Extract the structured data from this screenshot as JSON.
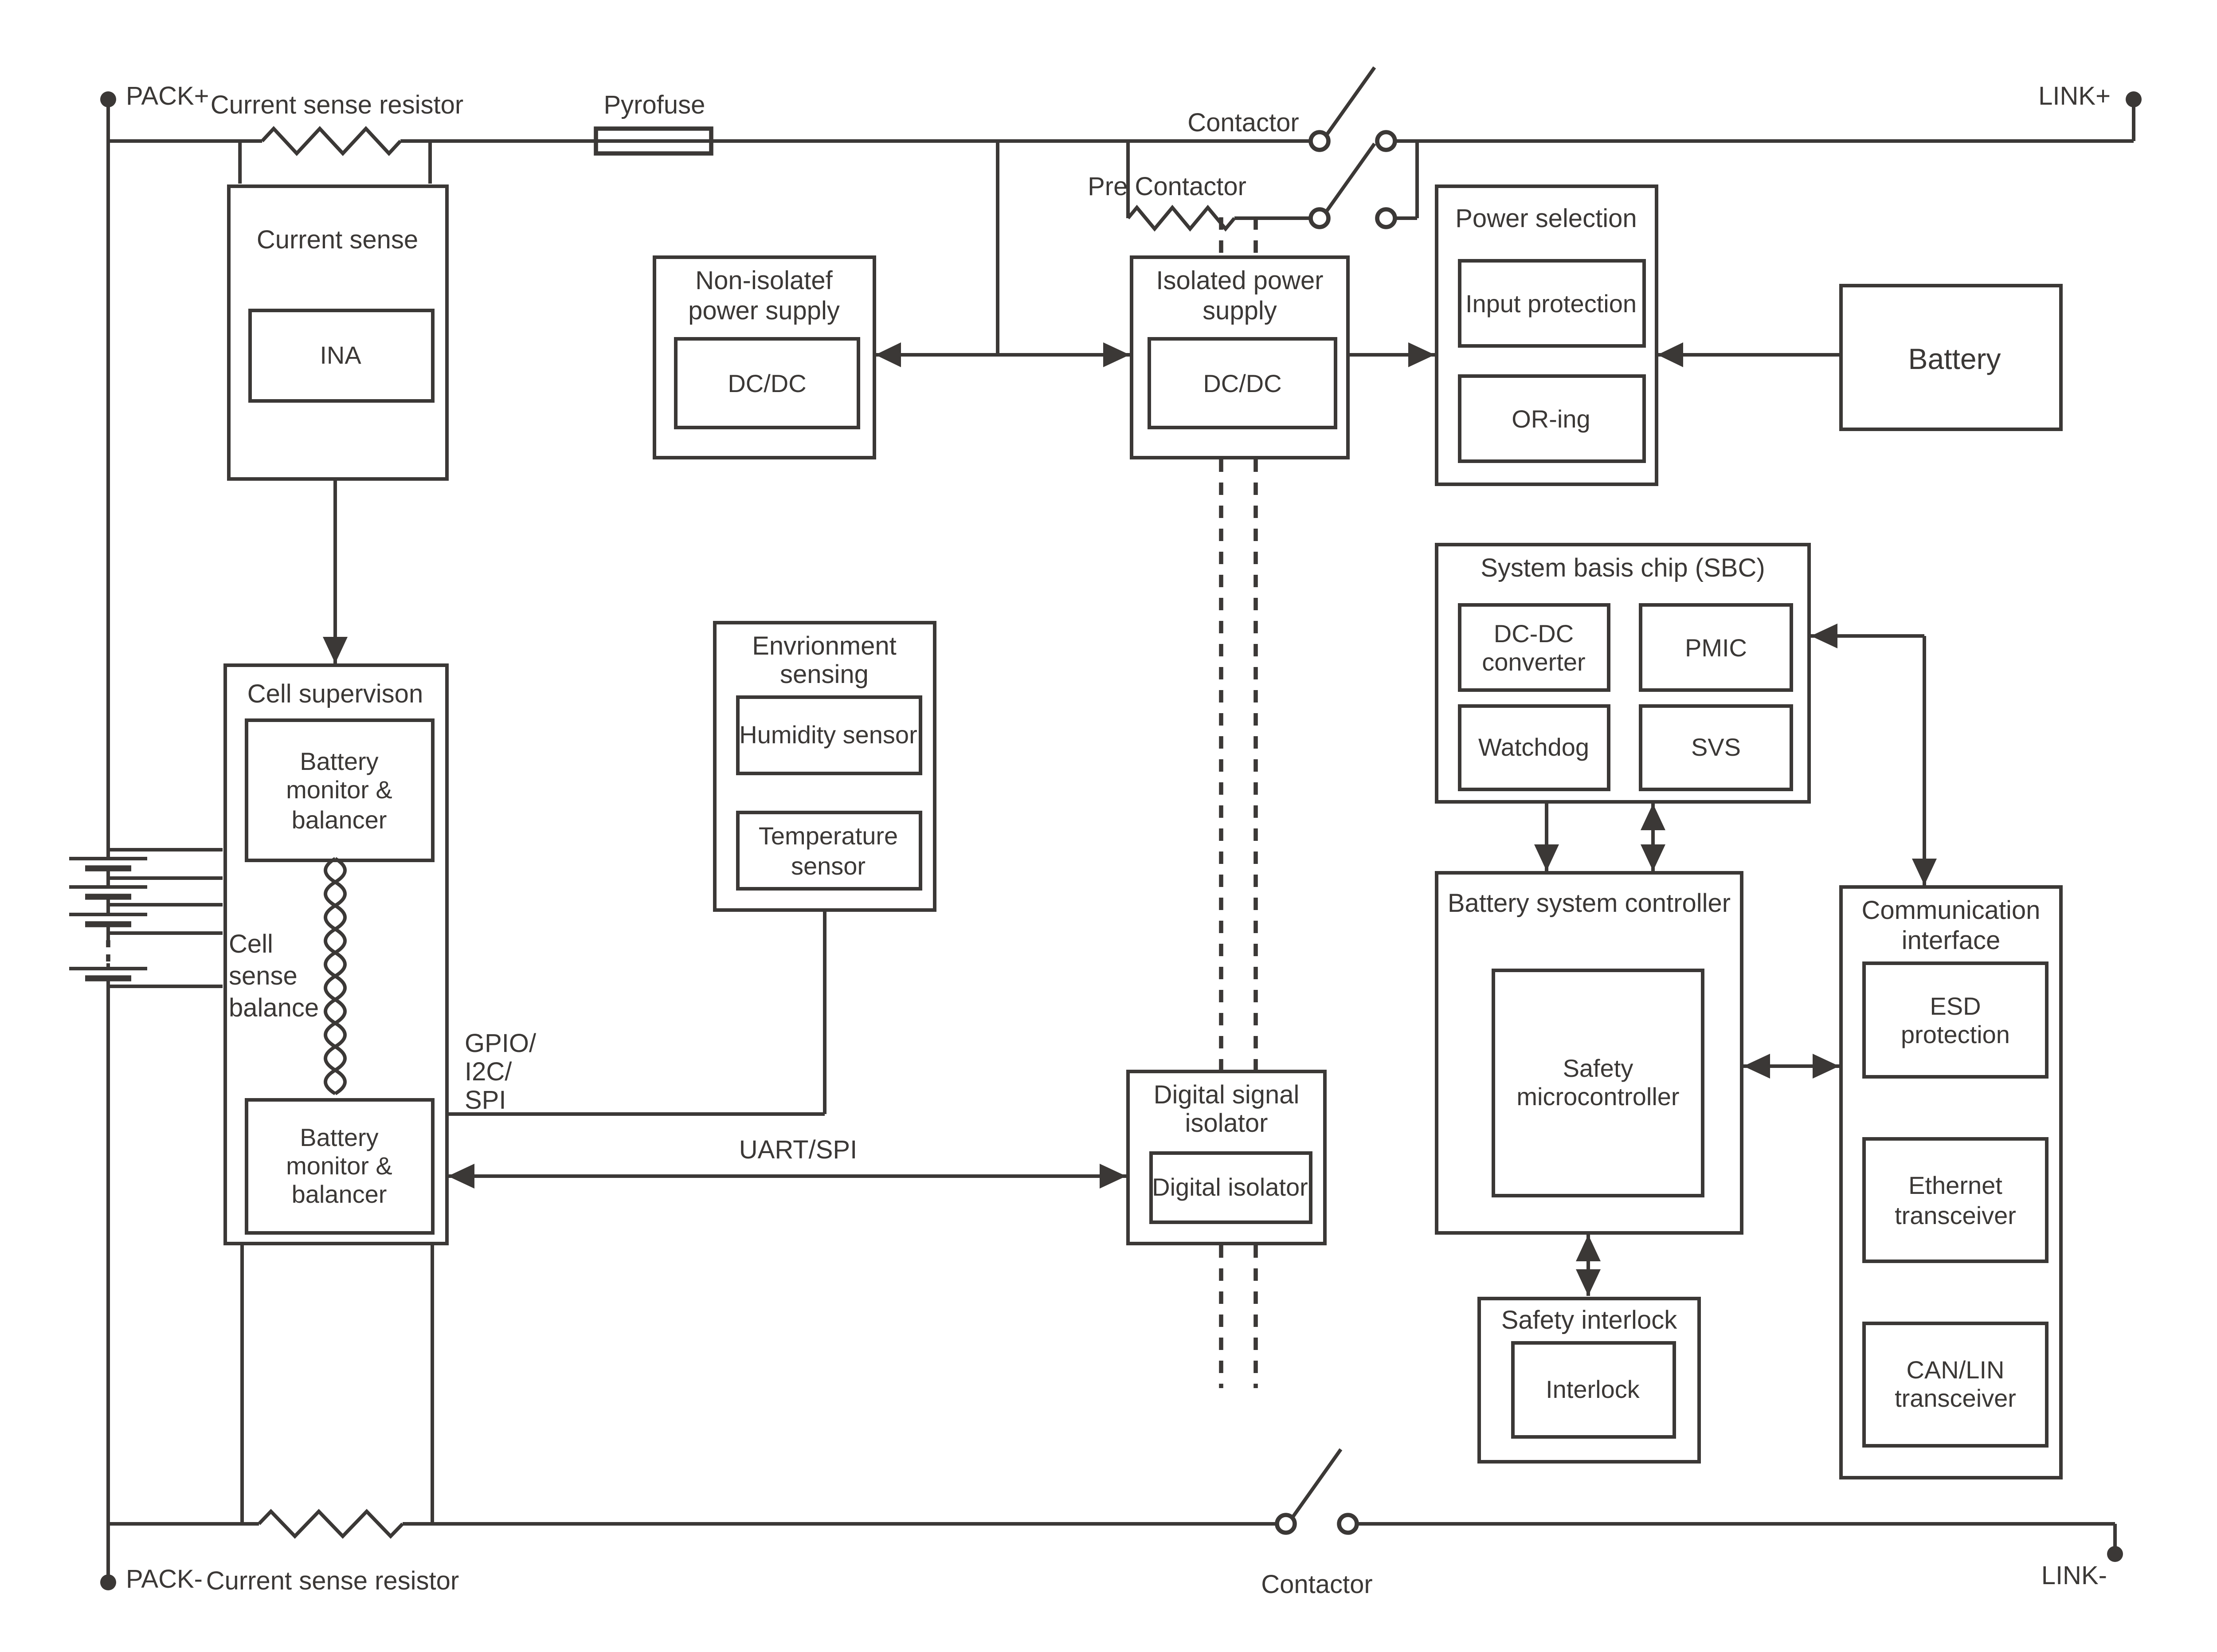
{
  "colors": {
    "ink": "#3b3836",
    "background": "#ffffff"
  },
  "terminals": {
    "pack_plus": "PACK+",
    "link_plus": "LINK+",
    "pack_minus": "PACK-",
    "link_minus": "LINK-"
  },
  "wire_labels": {
    "current_sense_resistor_top": "Current sense resistor",
    "pyrofuse": "Pyrofuse",
    "contactor_top": "Contactor",
    "pre_contactor": "Pre Contactor",
    "gpio_i2c_spi": "GPIO/\nI2C/\nSPI",
    "uart_spi": "UART/SPI",
    "cell_sense_balance": "Cell\nsense\nbalance",
    "current_sense_resistor_bottom": "Current sense resistor",
    "contactor_bottom": "Contactor"
  },
  "blocks": {
    "current_sense": {
      "title": "Current sense",
      "chip": "INA"
    },
    "non_isolated_ps": {
      "title": "Non-isolatef\npower supply",
      "chip": "DC/DC"
    },
    "isolated_ps": {
      "title": "Isolated power\nsupply",
      "chip": "DC/DC"
    },
    "power_selection": {
      "title": "Power selection",
      "items": [
        "Input protection",
        "OR-ing"
      ]
    },
    "battery": {
      "title": "Battery"
    },
    "sbc": {
      "title": "System basis chip (SBC)",
      "items": [
        "DC-DC\nconverter",
        "PMIC",
        "Watchdog",
        "SVS"
      ]
    },
    "battery_system_controller": {
      "title": "Battery system controller",
      "chip": "Safety\nmicrocontroller"
    },
    "communication_interface": {
      "title": "Communication\ninterface",
      "items": [
        "ESD\nprotection",
        "Ethernet\ntransceiver",
        "CAN/LIN\ntransceiver"
      ]
    },
    "safety_interlock": {
      "title": "Safety interlock",
      "chip": "Interlock"
    },
    "cell_supervision": {
      "title": "Cell supervison",
      "monitor_top": "Battery\nmonitor &\nbalancer",
      "monitor_bottom": "Battery\nmonitor &\nbalancer"
    },
    "environment_sensing": {
      "title": "Envrionment\nsensing",
      "items": [
        "Humidity sensor",
        "Temperature\nsensor"
      ]
    },
    "digital_signal_isolator": {
      "title": "Digital signal\nisolator",
      "chip": "Digital isolator"
    }
  }
}
